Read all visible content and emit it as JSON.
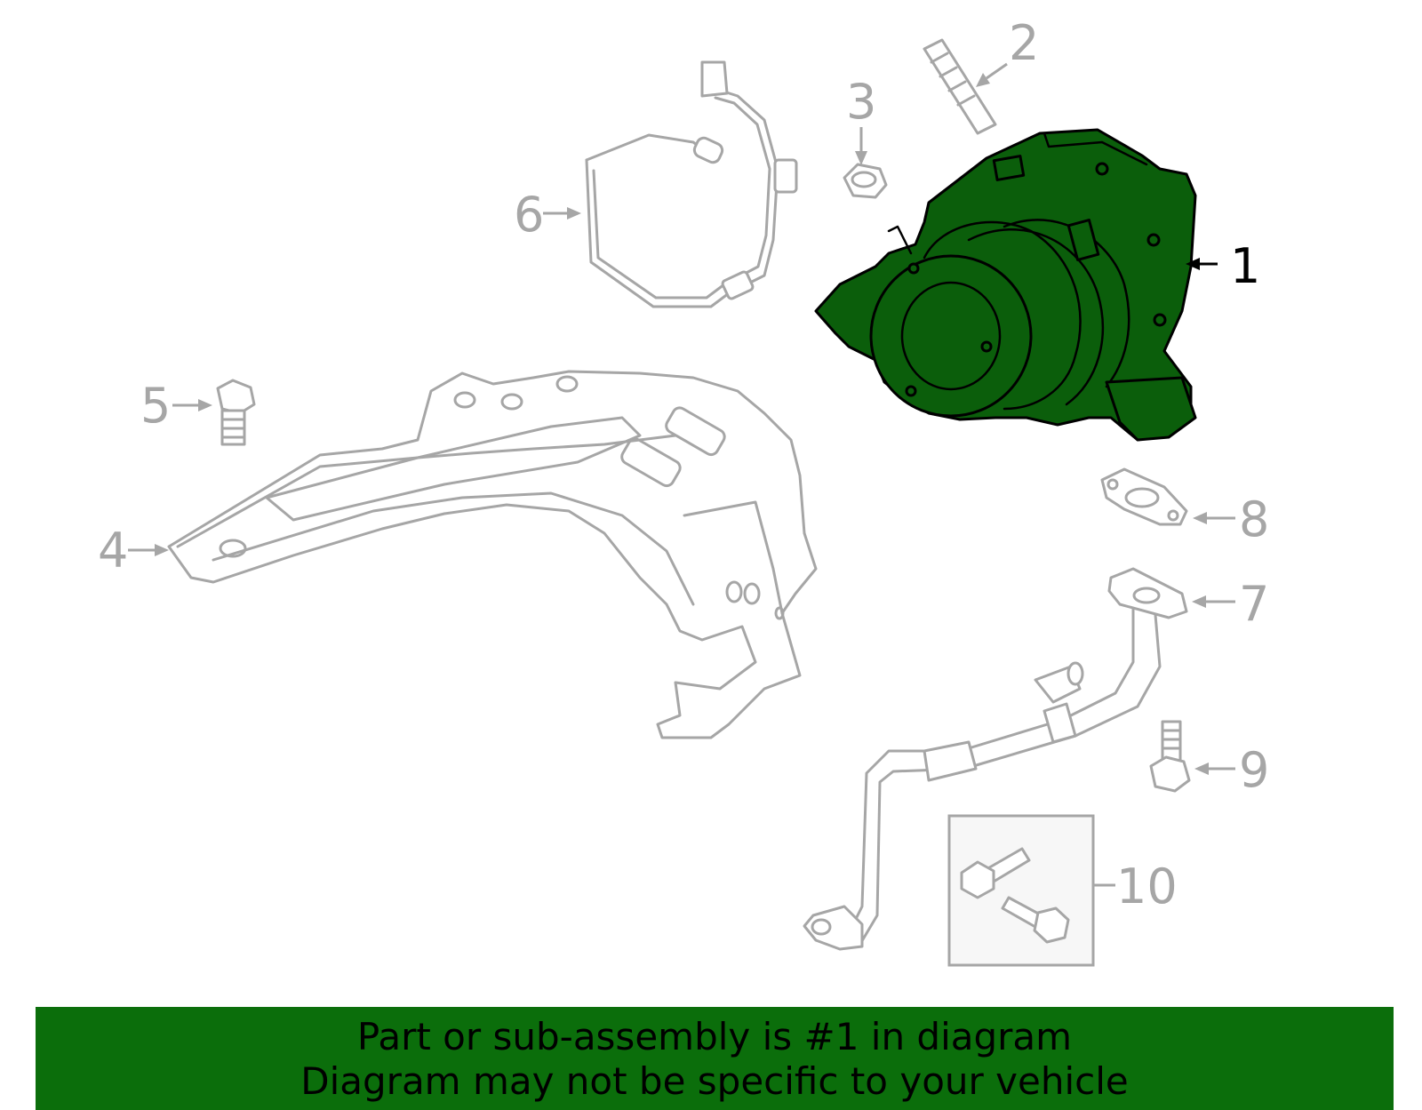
{
  "callouts": {
    "c1": "1",
    "c2": "2",
    "c3": "3",
    "c4": "4",
    "c5": "5",
    "c6": "6",
    "c7": "7",
    "c8": "8",
    "c9": "9",
    "c10": "10"
  },
  "highlighted_part": "1",
  "colors": {
    "highlight": "#0b5e0b",
    "banner": "#0b6e0b",
    "outline": "#a6a6a6"
  },
  "banner": {
    "line1": "Part or sub-assembly is #1 in diagram",
    "line2": "Diagram may not be specific to your vehicle"
  }
}
